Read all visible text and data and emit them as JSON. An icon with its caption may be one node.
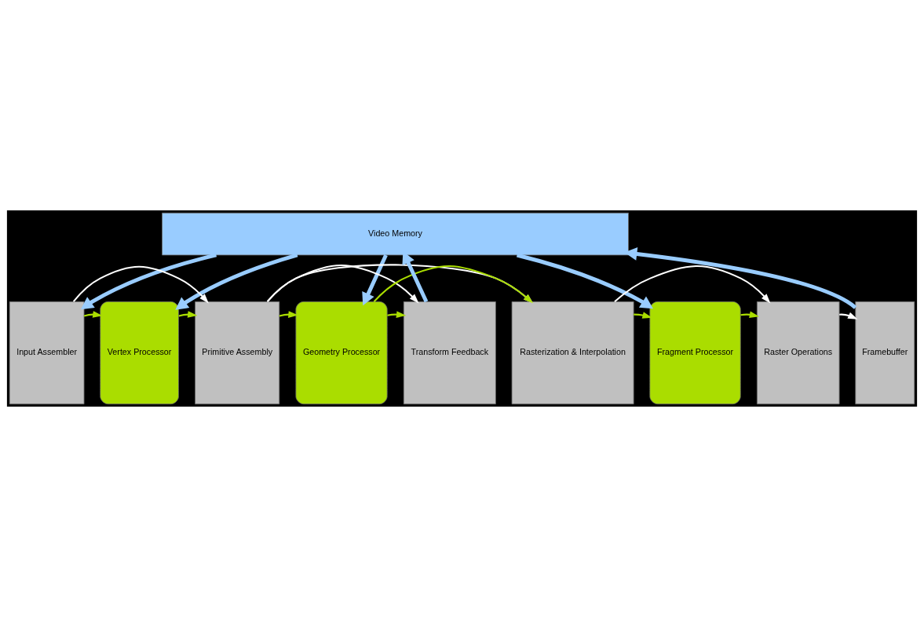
{
  "diagram": {
    "nodes": [
      {
        "text": [
          "Video Memory"
        ]
      },
      {
        "text": [
          "Input Assembler"
        ]
      },
      {
        "text": [
          "Vertex Processor"
        ]
      },
      {
        "text": [
          "Primitive Assembly"
        ]
      },
      {
        "text": [
          "Geometry Processor"
        ]
      },
      {
        "text": [
          "Transform Feedback"
        ]
      },
      {
        "text": [
          "Rasterization & Interpolation"
        ]
      },
      {
        "text": [
          "Fragment Processor"
        ]
      },
      {
        "text": [
          "Raster Operations"
        ]
      },
      {
        "text": [
          "Framebuffer"
        ]
      }
    ],
    "edges": [
      {
        "from": 0,
        "to": 1,
        "arrow": "to",
        "style": "thick",
        "color": "#99ccff"
      },
      {
        "from": 0,
        "to": 2,
        "arrow": "to",
        "style": "thick",
        "color": "#99ccff"
      },
      {
        "from": 0,
        "to": 4,
        "arrow": "to",
        "style": "thick",
        "color": "#99ccff"
      },
      {
        "from": 5,
        "to": 0,
        "arrow": "to",
        "style": "thick",
        "color": "#99ccff"
      },
      {
        "from": 0,
        "to": 7,
        "arrow": "to",
        "style": "thick",
        "color": "#99ccff"
      },
      {
        "from": 9,
        "to": 0,
        "arrow": "to",
        "style": "thick",
        "color": "#99ccff"
      },
      {
        "from": 1,
        "to": 2,
        "arrow": "to"
      },
      {
        "from": 2,
        "to": 3,
        "arrow": "to"
      },
      {
        "from": 3,
        "to": 4,
        "arrow": "to"
      },
      {
        "from": 4,
        "to": 5,
        "arrow": "to"
      },
      {
        "from": 4,
        "to": 6,
        "arrow": "to"
      },
      {
        "from": 6,
        "to": 7,
        "arrow": "to"
      },
      {
        "from": 7,
        "to": 8,
        "arrow": "to"
      },
      {
        "from": 1,
        "to": 3,
        "arrow": "to",
        "color": "#ffffff"
      },
      {
        "from": 3,
        "to": 5,
        "arrow": "to",
        "color": "#ffffff"
      },
      {
        "from": 3,
        "to": 6,
        "arrow": "to",
        "color": "#ffffff"
      },
      {
        "from": 8,
        "to": 9,
        "arrow": "to",
        "color": "#ffffff"
      },
      {
        "from": 6,
        "to": 8,
        "arrow": "to",
        "color": "#ffffff"
      }
    ]
  }
}
